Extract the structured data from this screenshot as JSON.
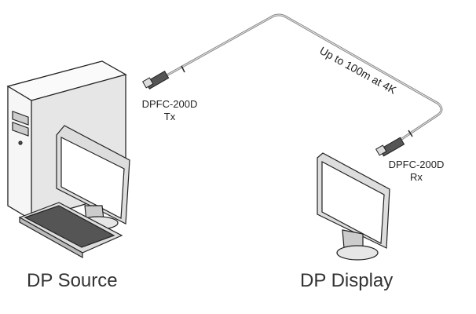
{
  "cable": {
    "label": "Up to 100m at 4K"
  },
  "tx": {
    "model": "DPFC-200D",
    "role": "Tx"
  },
  "rx": {
    "model": "DPFC-200D",
    "role": "Rx"
  },
  "source": {
    "label": "DP Source"
  },
  "display": {
    "label": "DP Display"
  }
}
